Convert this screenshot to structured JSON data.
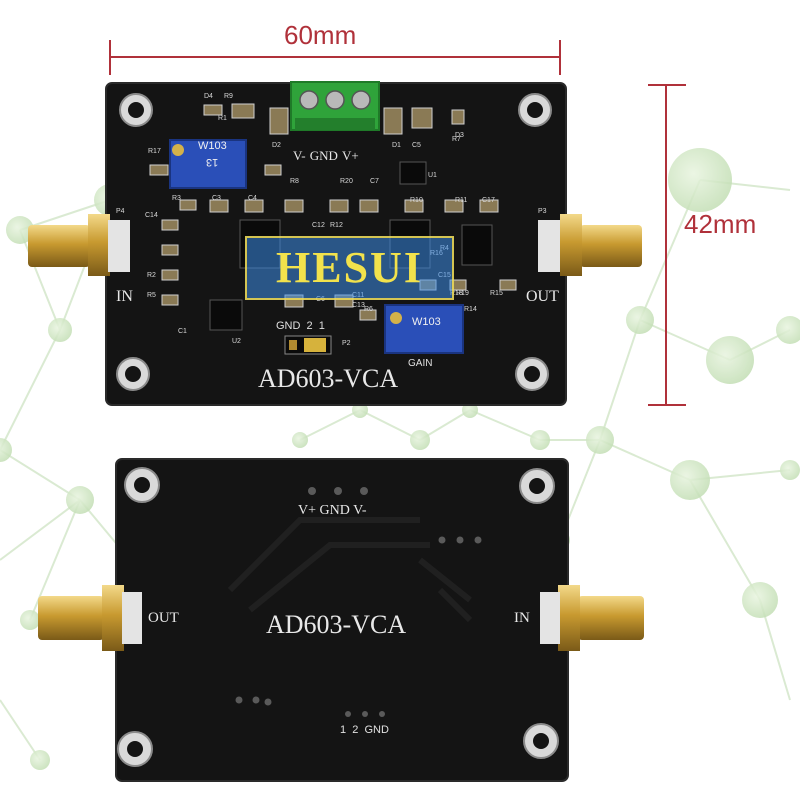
{
  "dimensions": {
    "width_label": "60mm",
    "height_label": "42mm",
    "color": "#b0313a"
  },
  "watermark": "HESUI",
  "top_board": {
    "title": "AD603-VCA",
    "port_in": "IN",
    "port_out": "OUT",
    "power_label": "V- GND V+",
    "jumper_label": "GND  2  1",
    "gain_label": "GAIN",
    "pot_left_code": "W103",
    "pot_left_mark": "13",
    "pot_right_code": "W103",
    "component_labels": [
      "D4",
      "R9",
      "D2",
      "D1",
      "C5",
      "R7",
      "D3",
      "R17",
      "R1",
      "C1",
      "P4",
      "C14",
      "R3",
      "C3",
      "C4",
      "R8",
      "R20",
      "C7",
      "R10",
      "R11",
      "C17",
      "P3",
      "R2",
      "R5",
      "C12",
      "R12",
      "R4",
      "R18",
      "R19",
      "R15",
      "C15",
      "C6",
      "C11",
      "C13",
      "U2",
      "U1",
      "P2",
      "R6",
      "R14",
      "R16"
    ]
  },
  "bottom_board": {
    "title": "AD603-VCA",
    "port_in": "IN",
    "port_out": "OUT",
    "power_label": "V+ GND V-",
    "jumper_label": "1  2  GND"
  },
  "colors": {
    "pcb": "#141414",
    "terminal_block": "#2fa33a",
    "potentiometer": "#2a4fb8",
    "sma_gold": "#c8a23c",
    "network_lines": "#cfe3c6"
  }
}
